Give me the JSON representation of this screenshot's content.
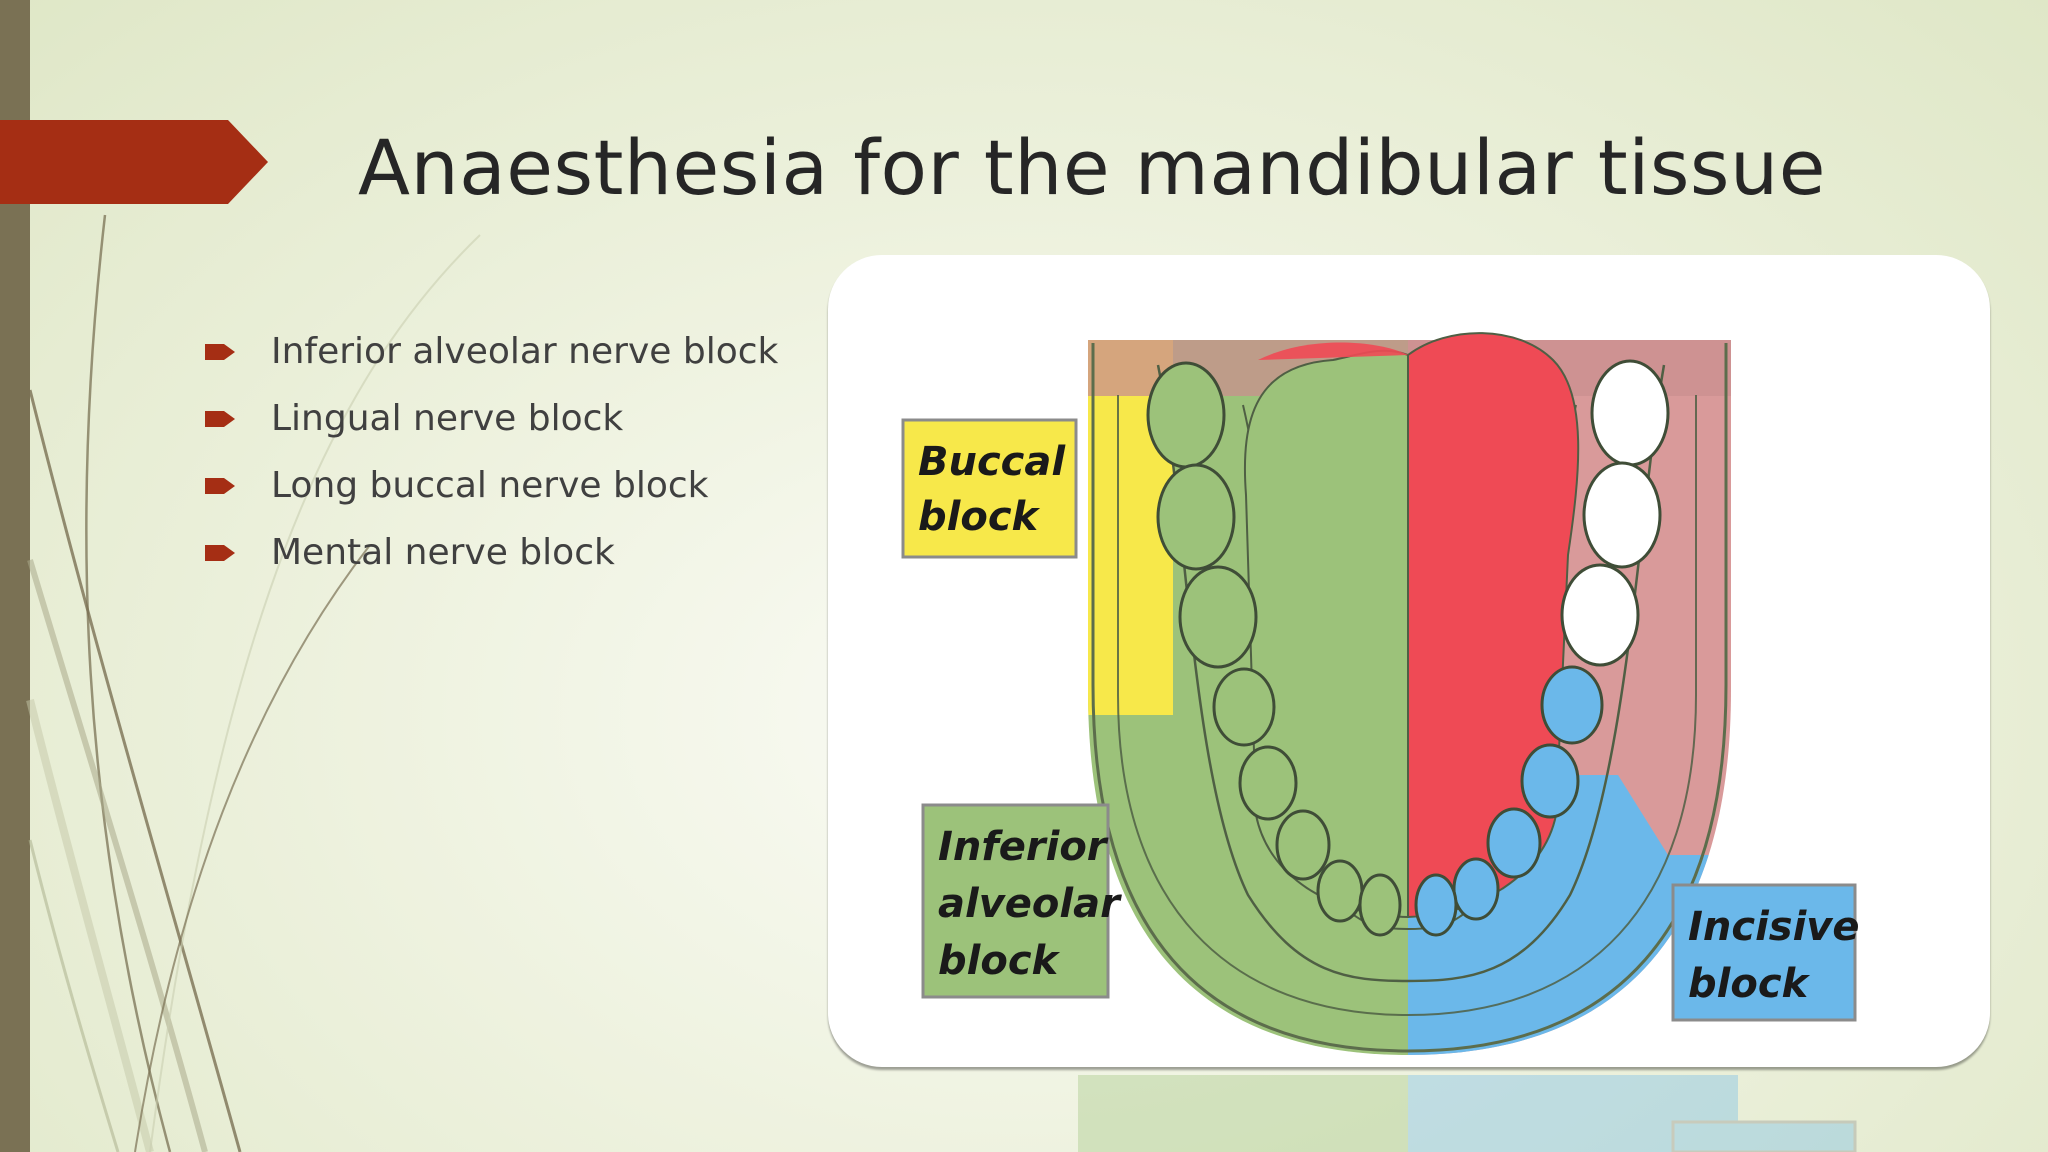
{
  "slide": {
    "title": "Anaesthesia for the mandibular tissue",
    "bullets": [
      "Inferior alveolar nerve block",
      "Lingual nerve block",
      "Long buccal nerve block",
      "Mental nerve block"
    ]
  },
  "diagram": {
    "labels": {
      "buccal_line1": "Buccal",
      "buccal_line2": "block",
      "inferior_line1": "Inferior",
      "inferior_line2": "alveolar",
      "inferior_line3": "block",
      "incisive_line1": "Incisive",
      "incisive_line2": "block"
    },
    "region_colors": {
      "buccal": "#f7e84a",
      "inferior_alveolar": "#9cc27a",
      "lingual_tongue": "#ef4a55",
      "incisive": "#6bb8ea",
      "untreated_gingiva": "#d99a9a"
    }
  },
  "theme": {
    "accent": "#a52e14",
    "left_bar": "#7a7154",
    "title_color": "#262626"
  }
}
